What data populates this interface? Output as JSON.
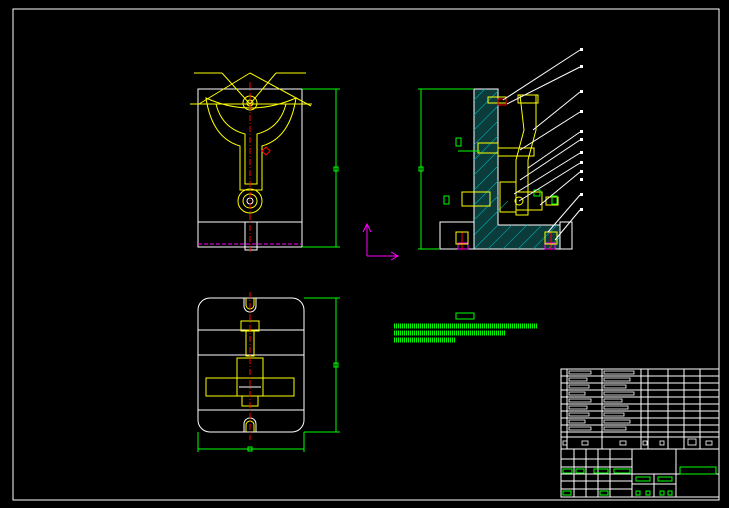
{
  "drawing": {
    "background": "#000000",
    "colors": {
      "frame": "#ffffff",
      "part": "#ffffff",
      "detail": "#ffff00",
      "dimension": "#00ff00",
      "center": "#ff0000",
      "ucs": "#ff00ff",
      "tech_notes": "#00ff00",
      "hatch": "#00ffff"
    },
    "views": [
      "front-view",
      "side-section-view",
      "top-view"
    ],
    "ucs_icon": "ucs-axis-icon",
    "balloon_count": 12,
    "parts_list_rows": 12,
    "tech_note_lines": 3
  }
}
